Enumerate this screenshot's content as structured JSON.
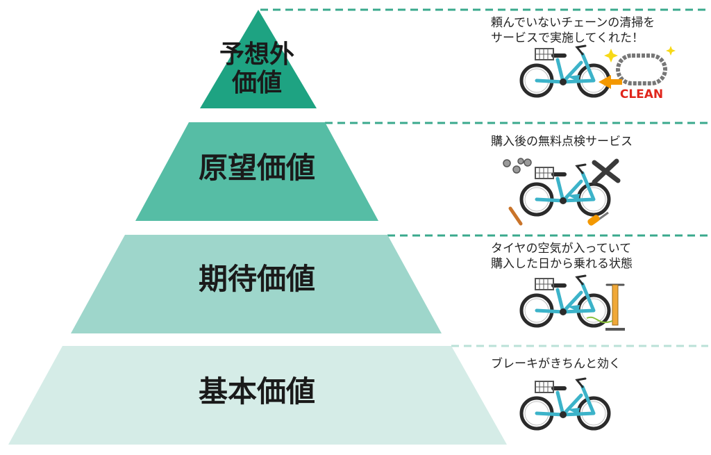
{
  "tiers": [
    {
      "label_lines": [
        "予想外",
        "価値"
      ],
      "description_lines": [
        "頼んでいないチェーンの清掃を",
        "サービスで実施してくれた！"
      ],
      "color": "#1ea382",
      "icons": [
        "bicycle-icon",
        "chain-icon",
        "arrow-left-icon",
        "sparkle-icon"
      ],
      "badge": "CLEAN",
      "badge_color": "#e0251b",
      "arrow_color": "#f39800"
    },
    {
      "label_lines": [
        "原望価値"
      ],
      "description_lines": [
        "購入後の無料点検サービス"
      ],
      "color": "#56bda5",
      "icons": [
        "bicycle-icon",
        "bolts-icon",
        "wrench-icon",
        "tire-lever-icon",
        "screwdriver-icon"
      ]
    },
    {
      "label_lines": [
        "期待価値"
      ],
      "description_lines": [
        "タイヤの空気が入っていて",
        "購入した日から乗れる状態"
      ],
      "color": "#9ed6cb",
      "icons": [
        "bicycle-icon",
        "air-pump-icon"
      ]
    },
    {
      "label_lines": [
        "基本価値"
      ],
      "description_lines": [
        "ブレーキがきちんと効く"
      ],
      "color": "#d5ece7",
      "icons": [
        "bicycle-icon"
      ]
    }
  ],
  "bike_color": "#3cb3c9",
  "divider_color": "#3aa98d"
}
